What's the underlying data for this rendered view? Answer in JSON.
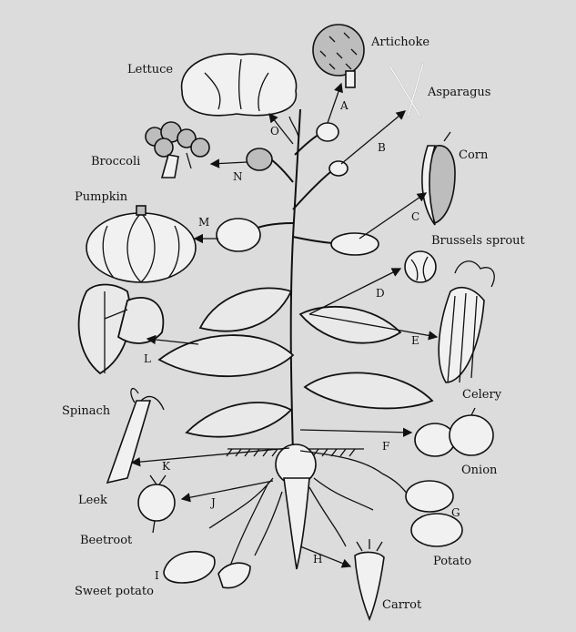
{
  "vegetables": {
    "artichoke": "Artichoke",
    "lettuce": "Lettuce",
    "asparagus": "Asparagus",
    "broccoli": "Broccoli",
    "corn": "Corn",
    "pumpkin": "Pumpkin",
    "brussels_sprout": "Brussels sprout",
    "spinach": "Spinach",
    "celery": "Celery",
    "leek": "Leek",
    "onion": "Onion",
    "beetroot": "Beetroot",
    "potato": "Potato",
    "sweet_potato": "Sweet potato",
    "carrot": "Carrot"
  },
  "letters": {
    "A": "A",
    "B": "B",
    "C": "C",
    "D": "D",
    "E": "E",
    "F": "F",
    "G": "G",
    "H": "H",
    "I": "I",
    "J": "J",
    "K": "K",
    "L": "L",
    "M": "M",
    "N": "N",
    "O": "O"
  }
}
